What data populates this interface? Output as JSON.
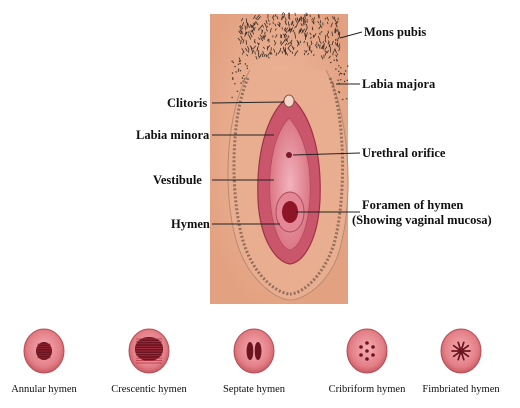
{
  "diagram": {
    "labels": {
      "mons_pubis": "Mons pubis",
      "labia_majora": "Labia majora",
      "clitoris": "Clitoris",
      "labia_minora": "Labia minora",
      "urethral_orifice": "Urethral orifice",
      "vestibule": "Vestibule",
      "hymen": "Hymen",
      "foramen_line1": "Foramen of hymen",
      "foramen_line2": "(Showing vaginal mucosa)"
    },
    "colors": {
      "skin": "#E8AC8C",
      "labia_majora": "#D98F74",
      "labia_minora": "#C9566B",
      "vestibule": "#E593A4",
      "foramen": "#8E1525",
      "hair": "#3A2E27"
    }
  },
  "hymen_types": [
    {
      "name": "Annular hymen",
      "pattern": "annular"
    },
    {
      "name": "Crescentic hymen",
      "pattern": "crescentic"
    },
    {
      "name": "Septate hymen",
      "pattern": "septate"
    },
    {
      "name": "Cribriform hymen",
      "pattern": "cribriform"
    },
    {
      "name": "Fimbriated hymen",
      "pattern": "fimbriated"
    }
  ]
}
